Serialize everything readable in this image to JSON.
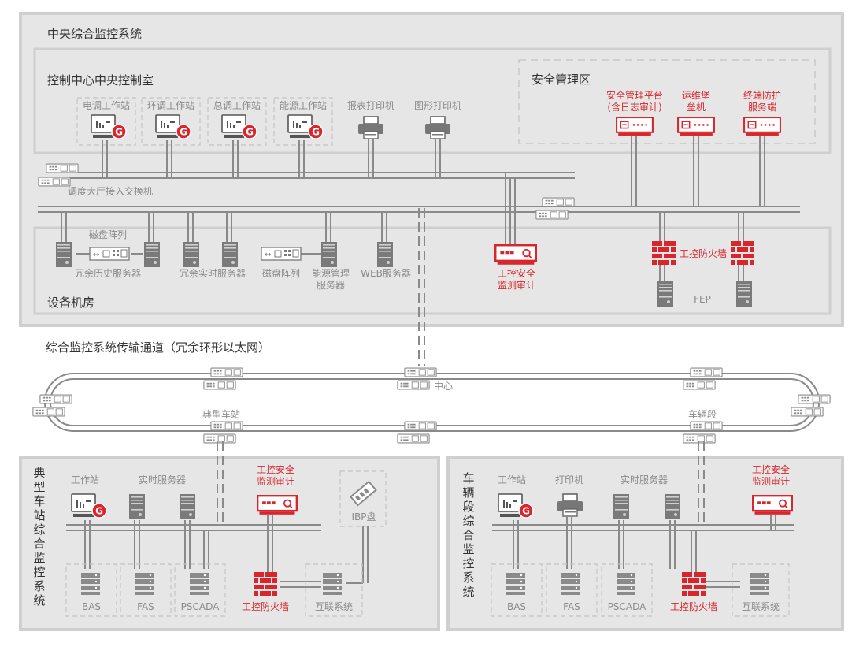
{
  "colors": {
    "red": "#d8262c",
    "gray": "#9b9b9b",
    "dark": "#555555",
    "panel": "#e6e6e6",
    "border": "#cfcfcf",
    "dashed": "#c4c4c4",
    "text": "#333333",
    "label": "#8a8a8a"
  },
  "central": {
    "title": "中央综合监控系统",
    "control_room": {
      "title": "控制中心中央控制室",
      "workstations": [
        "电调工作站",
        "环调工作站",
        "总调工作站",
        "能源工作站"
      ],
      "printers": [
        "报表打印机",
        "图形打印机"
      ],
      "hall_switch": "调度大厅接入交换机"
    },
    "security_zone": {
      "title": "安全管理区",
      "platform": [
        "安全管理平台",
        "(含日志审计)"
      ],
      "bastion": [
        "运维堡",
        "垒机"
      ],
      "endpoint": [
        "终端防护",
        "服务端"
      ]
    },
    "equipment_room": {
      "title": "设备机房",
      "disk_array_top": "磁盘阵列",
      "redundant_history": "冗余历史服务器",
      "redundant_realtime": "冗余实时服务器",
      "disk_array": "磁盘阵列",
      "energy_mgmt": [
        "能源管理",
        "服务器"
      ],
      "web_server": "WEB服务器",
      "audit": [
        "工控安全",
        "监测审计"
      ],
      "firewall": "工控防火墙",
      "fep": "FEP"
    }
  },
  "transport": {
    "title": "综合监控系统传输通道（冗余环形以太网）",
    "center": "中心",
    "typical_station": "典型车站",
    "depot": "车辆段"
  },
  "station": {
    "title": "典型车站综合监控系统",
    "workstation": "工作站",
    "realtime": "实时服务器",
    "audit": [
      "工控安全",
      "监测审计"
    ],
    "ibp": "IBP盘",
    "subsystems": [
      "BAS",
      "FAS",
      "PSCADA"
    ],
    "firewall": "工控防火墙",
    "interconnect": "互联系统"
  },
  "depot": {
    "title": "车辆段综合监控系统",
    "workstation": "工作站",
    "printer": "打印机",
    "realtime": "实时服务器",
    "audit": [
      "工控安全",
      "监测审计"
    ],
    "subsystems": [
      "BAS",
      "FAS",
      "PSCADA"
    ],
    "firewall": "工控防火墙",
    "interconnect": "互联系统"
  }
}
